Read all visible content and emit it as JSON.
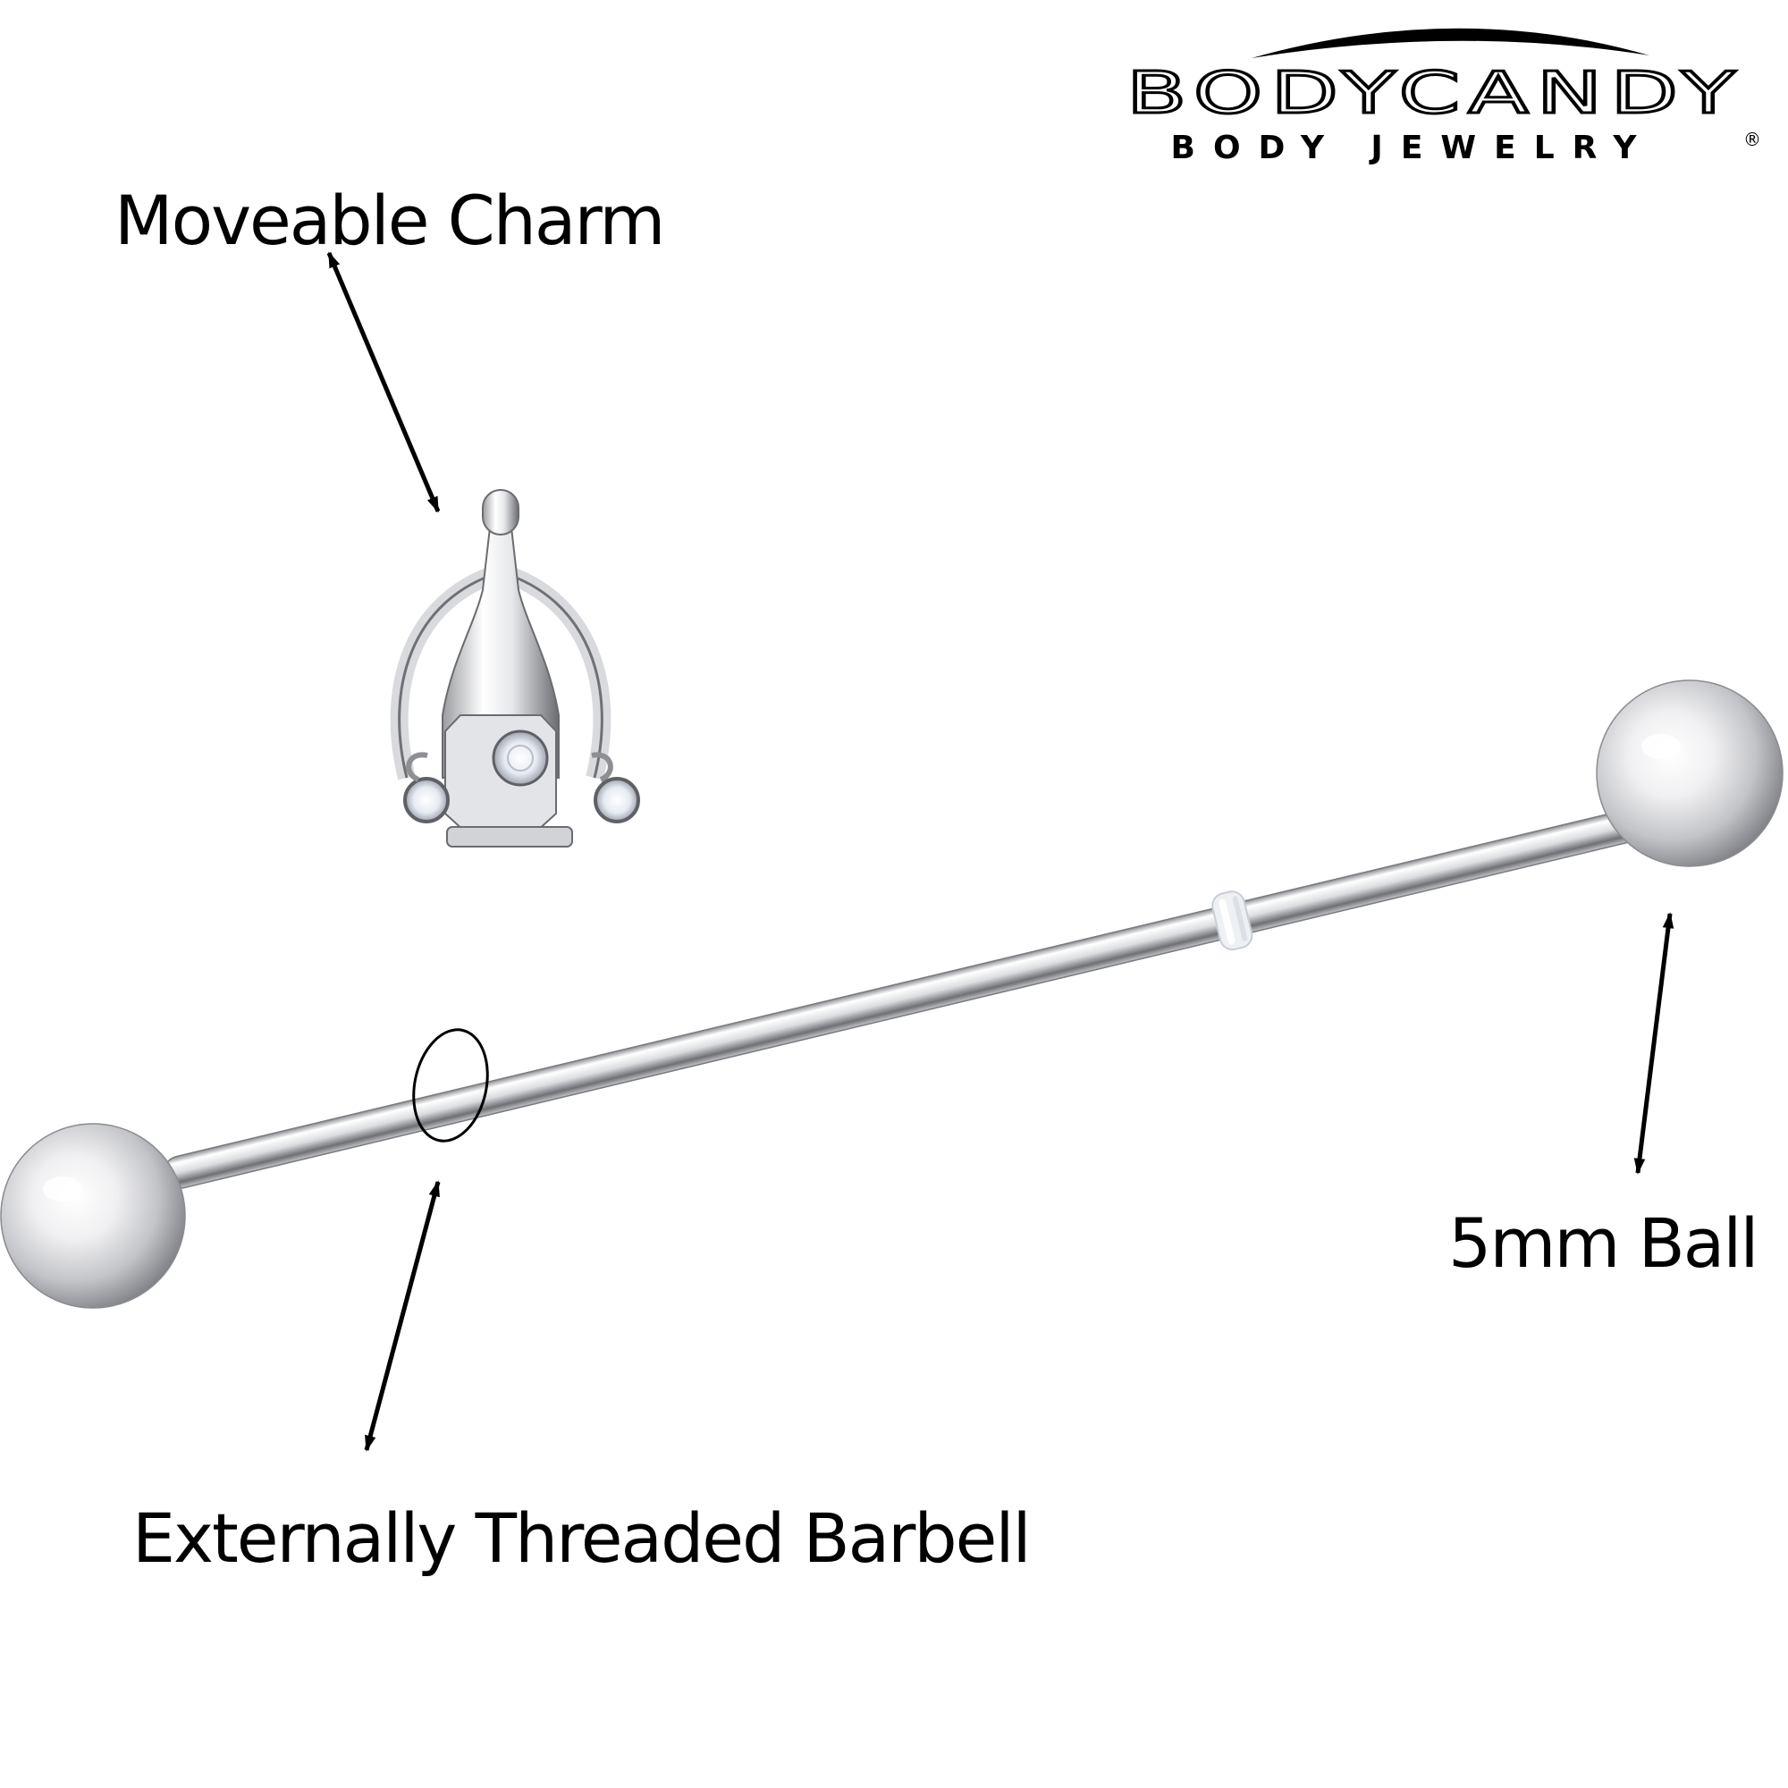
{
  "brand": {
    "name": "BODYCANDY",
    "tagline": "BODY JEWELRY",
    "registered_mark": "®"
  },
  "labels": {
    "charm": "Moveable Charm",
    "ball": "5mm Ball",
    "barbell": "Externally Threaded Barbell"
  },
  "colors": {
    "background": "#ffffff",
    "text": "#000000",
    "metal_light": "#f4f4f6",
    "metal_mid": "#c9cacd",
    "metal_dark": "#55575b",
    "oring": "#eef1f4"
  },
  "icons": {
    "arrow": "double-headed-arrow",
    "highlight": "thread-circle"
  }
}
